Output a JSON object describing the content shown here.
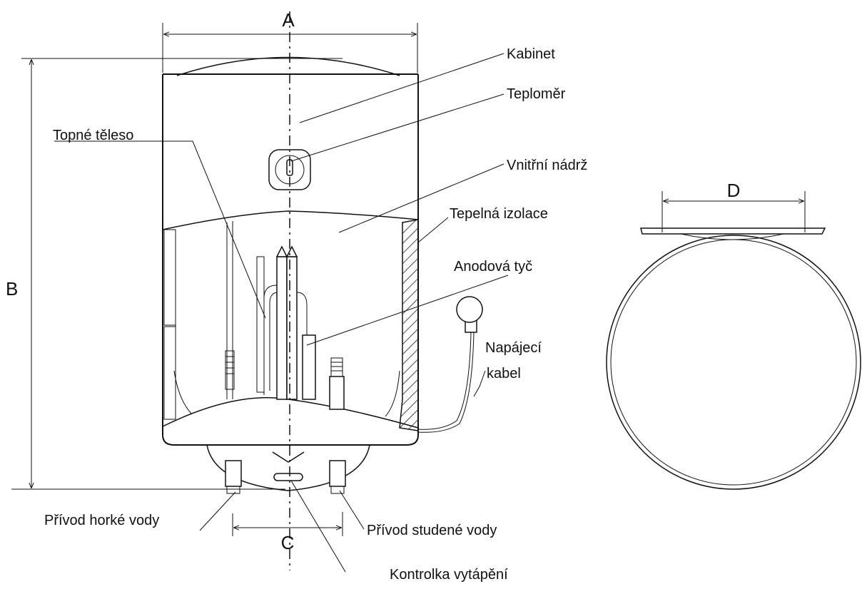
{
  "dimensions": {
    "a": "A",
    "b": "B",
    "c": "C",
    "d": "D"
  },
  "labels": {
    "cabinet": "Kabinet",
    "thermometer": "Teploměr",
    "heating_element": "Topné těleso",
    "inner_tank": "Vnitřní nádrž",
    "insulation": "Tepelná izolace",
    "anode_rod": "Anodová tyč",
    "power_cable_line1": "Napájecí",
    "power_cable_line2": "kabel",
    "hot_water_outlet": "Přívod horké vody",
    "cold_water_inlet": "Přívod studené vody",
    "heating_indicator": "Kontrolka vytápění"
  }
}
